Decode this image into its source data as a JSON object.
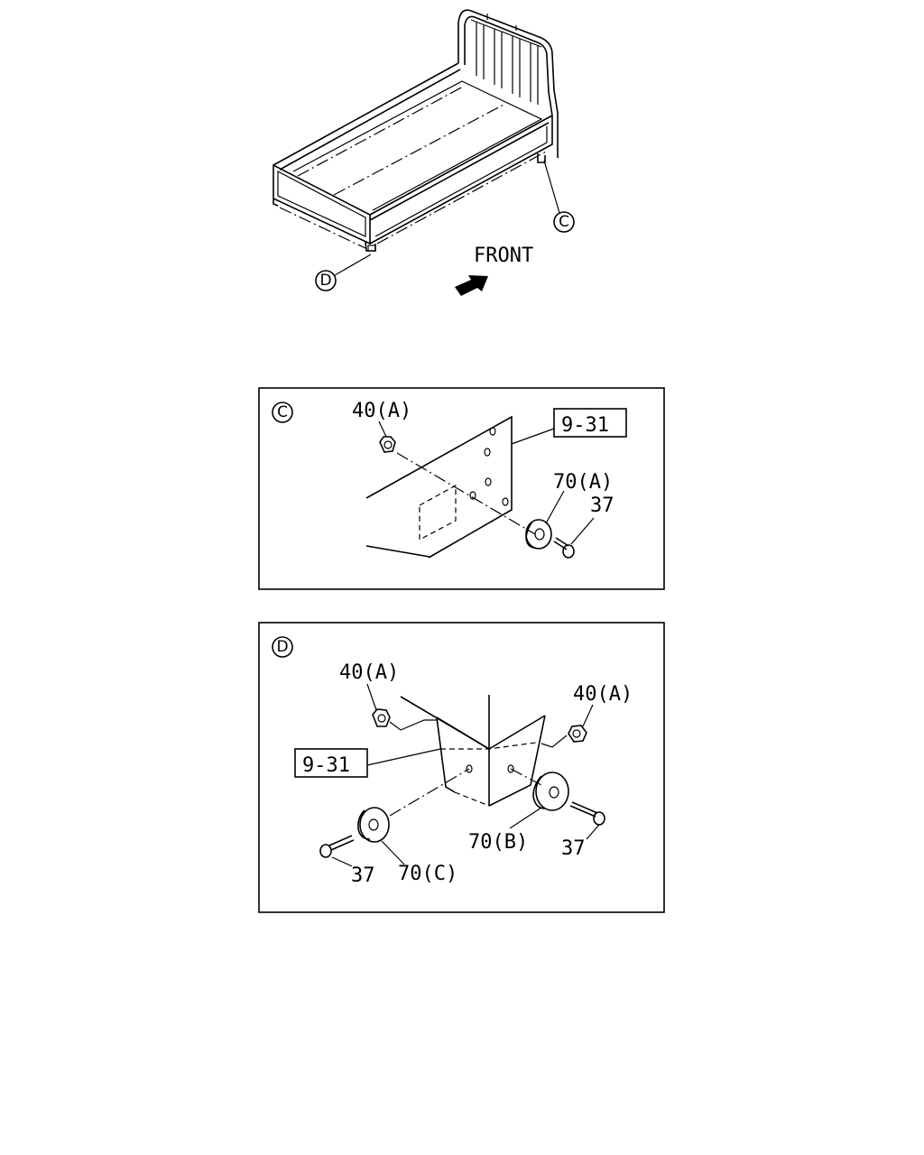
{
  "overview": {
    "front_label": "FRONT",
    "callout_c": "C",
    "callout_d": "D"
  },
  "detail_c": {
    "view_letter": "C",
    "nut_label": "40(A)",
    "ref_label": "9-31",
    "mount_label": "70(A)",
    "bolt_label": "37"
  },
  "detail_d": {
    "view_letter": "D",
    "nut_left_label": "40(A)",
    "nut_right_label": "40(A)",
    "ref_label": "9-31",
    "mount_b_label": "70(B)",
    "mount_c_label": "70(C)",
    "bolt_right_label": "37",
    "bolt_left_label": "37"
  }
}
